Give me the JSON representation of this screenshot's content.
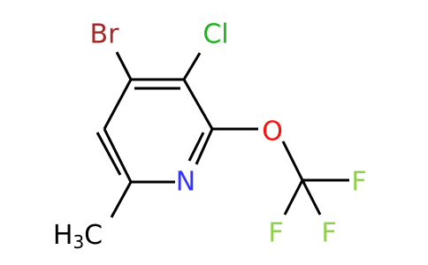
{
  "molecule": {
    "atoms": {
      "br": {
        "label": "Br",
        "color": "#a62929"
      },
      "cl": {
        "label": "Cl",
        "color": "#1fb21f"
      },
      "o": {
        "label": "O",
        "color": "#ff0d0d"
      },
      "n": {
        "label": "N",
        "color": "#3333ff"
      },
      "f1": {
        "label": "F",
        "color": "#90d04f"
      },
      "f2": {
        "label": "F",
        "color": "#90d04f"
      },
      "f3": {
        "label": "F",
        "color": "#90d04f"
      },
      "methyl": {
        "main": "H",
        "sub": "3",
        "tail": "C",
        "color": "#000000"
      }
    }
  }
}
